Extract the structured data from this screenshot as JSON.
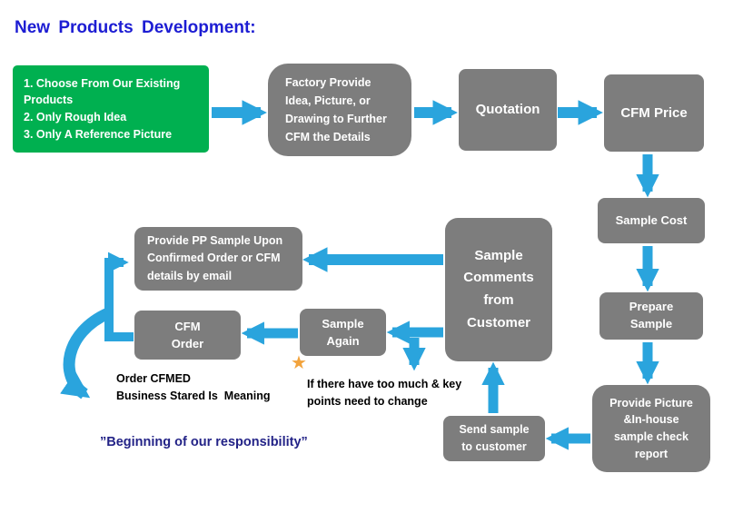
{
  "title": "New Products Development:",
  "colors": {
    "green": "#00B050",
    "gray": "#7D7D7D",
    "arrow": "#2AA4DD",
    "title_blue": "#1D1DD3",
    "navy": "#232387",
    "star": "#F2A33C"
  },
  "boxes": {
    "options": {
      "text": "1. Choose From Our Existing\nProducts\n2. Only Rough Idea\n3. Only A Reference Picture"
    },
    "factory": {
      "text": "Factory Provide\nIdea, Picture, or\nDrawing to Further\nCFM the Details"
    },
    "quotation": {
      "text": "Quotation"
    },
    "cfm_price": {
      "text": "CFM Price"
    },
    "sample_cost": {
      "text": "Sample Cost"
    },
    "prepare_sample": {
      "text": "Prepare\nSample"
    },
    "provide_picture": {
      "text": "Provide Picture\n&In-house\nsample check\nreport"
    },
    "send_sample": {
      "text": "Send sample\nto customer"
    },
    "sample_comments": {
      "text": "Sample\nComments\nfrom\nCustomer"
    },
    "sample_again": {
      "text": "Sample\nAgain"
    },
    "cfm_order": {
      "text": "CFM\nOrder"
    },
    "provide_pp": {
      "text": "Provide PP Sample Upon\nConfirmed Order or CFM\ndetails by email"
    }
  },
  "notes": {
    "order_cfmed": "Order CFMED\nBusiness Stared Is  Meaning",
    "if_points": "If there have too much & key\npoints need to change",
    "responsibility": "”Beginning of our responsibility”",
    "star_icon": "★"
  }
}
